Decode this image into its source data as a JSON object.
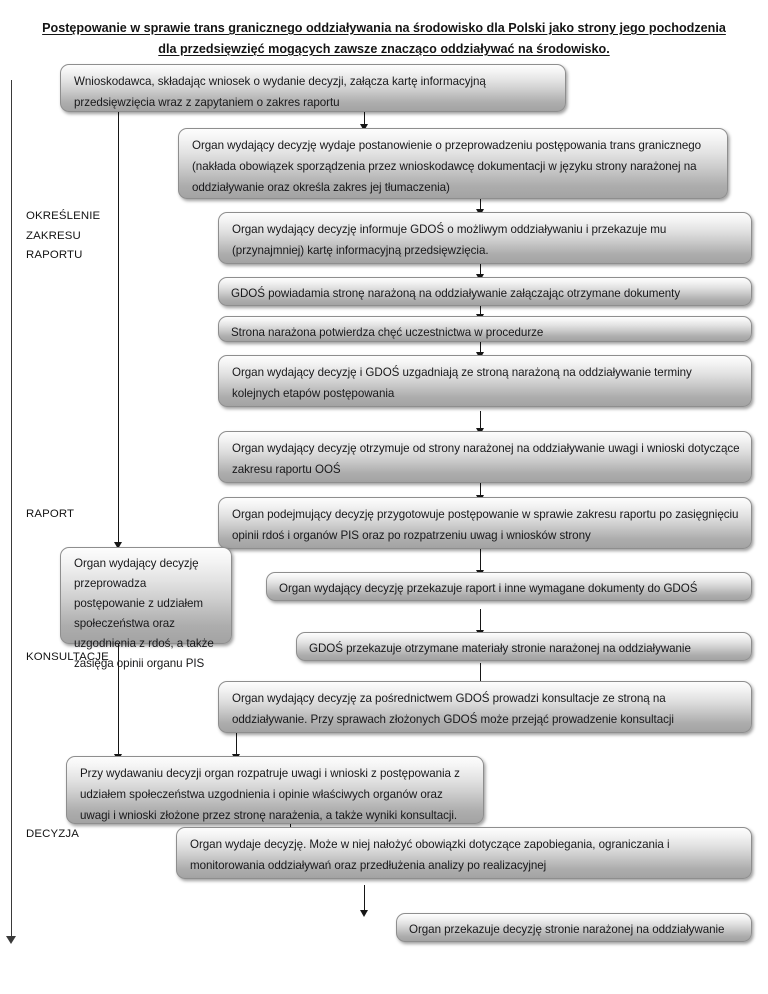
{
  "title": "Postępowanie w sprawie trans granicznego oddziaływania na środowisko dla Polski jako strony jego pochodzenia dla przedsięwzięć mogących zawsze znacząco oddziaływać na środowisko.",
  "stages": [
    {
      "id": "okreslenie-zakresu-raportu",
      "label": "OKREŚLENIE\nZAKRESU\nRAPORTU"
    },
    {
      "id": "raport",
      "label": "RAPORT"
    },
    {
      "id": "konsultacje",
      "label": "KONSULTACJE"
    },
    {
      "id": "decyzja",
      "label": "DECYZJA"
    }
  ],
  "nodes": [
    {
      "id": "wnioskodawca-wniosek",
      "text": "Wnioskodawca, składając wniosek o wydanie decyzji, załącza kartę informacyjną przedsięwzięcia wraz z zapytaniem o zakres raportu"
    },
    {
      "id": "postanowienie-transgraniczne",
      "text": "Organ wydający decyzję wydaje postanowienie o przeprowadzeniu postępowania trans granicznego (nakłada obowiązek sporządzenia przez wnioskodawcę dokumentacji w  języku strony narażonej na oddziaływanie oraz określa zakres jej tłumaczenia)"
    },
    {
      "id": "informacja-do-gdos",
      "text": "Organ wydający decyzję informuje GDOŚ o możliwym oddziaływaniu i przekazuje mu (przynajmniej) kartę informacyjną przedsięwzięcia."
    },
    {
      "id": "gdos-powiadamia-strone",
      "text": "GDOŚ powiadamia stronę narażoną na oddziaływanie załączając otrzymane dokumenty"
    },
    {
      "id": "strona-potwierdza-uczestnictwo",
      "text": "Strona narażona potwierdza chęć uczestnictwa w procedurze"
    },
    {
      "id": "uzgodnienie-terminow",
      "text": "Organ wydający decyzję i GDOŚ uzgadniają ze stroną narażoną na oddziaływanie terminy kolejnych  etapów postępowania"
    },
    {
      "id": "uwagi-zakres-raportu",
      "text": "Organ wydający decyzję otrzymuje od strony narażonej na oddziaływanie uwagi i wnioski dotyczące zakresu raportu OOŚ"
    },
    {
      "id": "postepowanie-zakres-raportu",
      "text": "Organ podejmujący decyzję przygotowuje postępowanie w sprawie zakresu raportu po zasięgnięciu opinii rdoś i organów PIS oraz po rozpatrzeniu uwag i wniosków strony"
    },
    {
      "id": "udzial-spoleczenstwa",
      "text": "Organ wydający decyzję przeprowadza postępowanie z udziałem społeczeństwa  oraz uzgodnienia z rdoś, a także zasięga opinii organu PIS"
    },
    {
      "id": "przekazanie-raportu-gdos",
      "text": "Organ wydający decyzję przekazuje raport i inne wymagane dokumenty do GDOŚ"
    },
    {
      "id": "gdos-przekazuje-materialy",
      "text": "GDOŚ przekazuje otrzymane materiały stronie narażonej na oddziaływanie"
    },
    {
      "id": "konsultacje-ze-strona",
      "text": "Organ wydający decyzję za pośrednictwem GDOŚ prowadzi konsultacje ze stroną na oddziaływanie. Przy sprawach złożonych GDOŚ może przejąć prowadzenie konsultacji"
    },
    {
      "id": "rozpatrzenie-uwag",
      "text": "Przy wydawaniu decyzji  organ rozpatruje uwagi i wnioski z postępowania z udziałem społeczeństwa uzgodnienia i opinie właściwych organów oraz uwagi i wnioski złożone przez stronę narażenia, a także wyniki konsultacji."
    },
    {
      "id": "organ-wydaje-decyzje",
      "text": "Organ wydaje decyzję. Może w niej nałożyć obowiązki dotyczące zapobiegania, ograniczania i monitorowania oddziaływań oraz przedłużenia analizy po realizacyjnej"
    },
    {
      "id": "przekazanie-decyzji",
      "text": "Organ przekazuje decyzję stronie narażonej na oddziaływanie"
    }
  ],
  "colors": {
    "box_border": "#8e8e8e",
    "box_fill_top": "#fdfdfd",
    "box_fill_bottom": "#a3a3a3",
    "connector": "#161616",
    "text": "#18181a"
  }
}
